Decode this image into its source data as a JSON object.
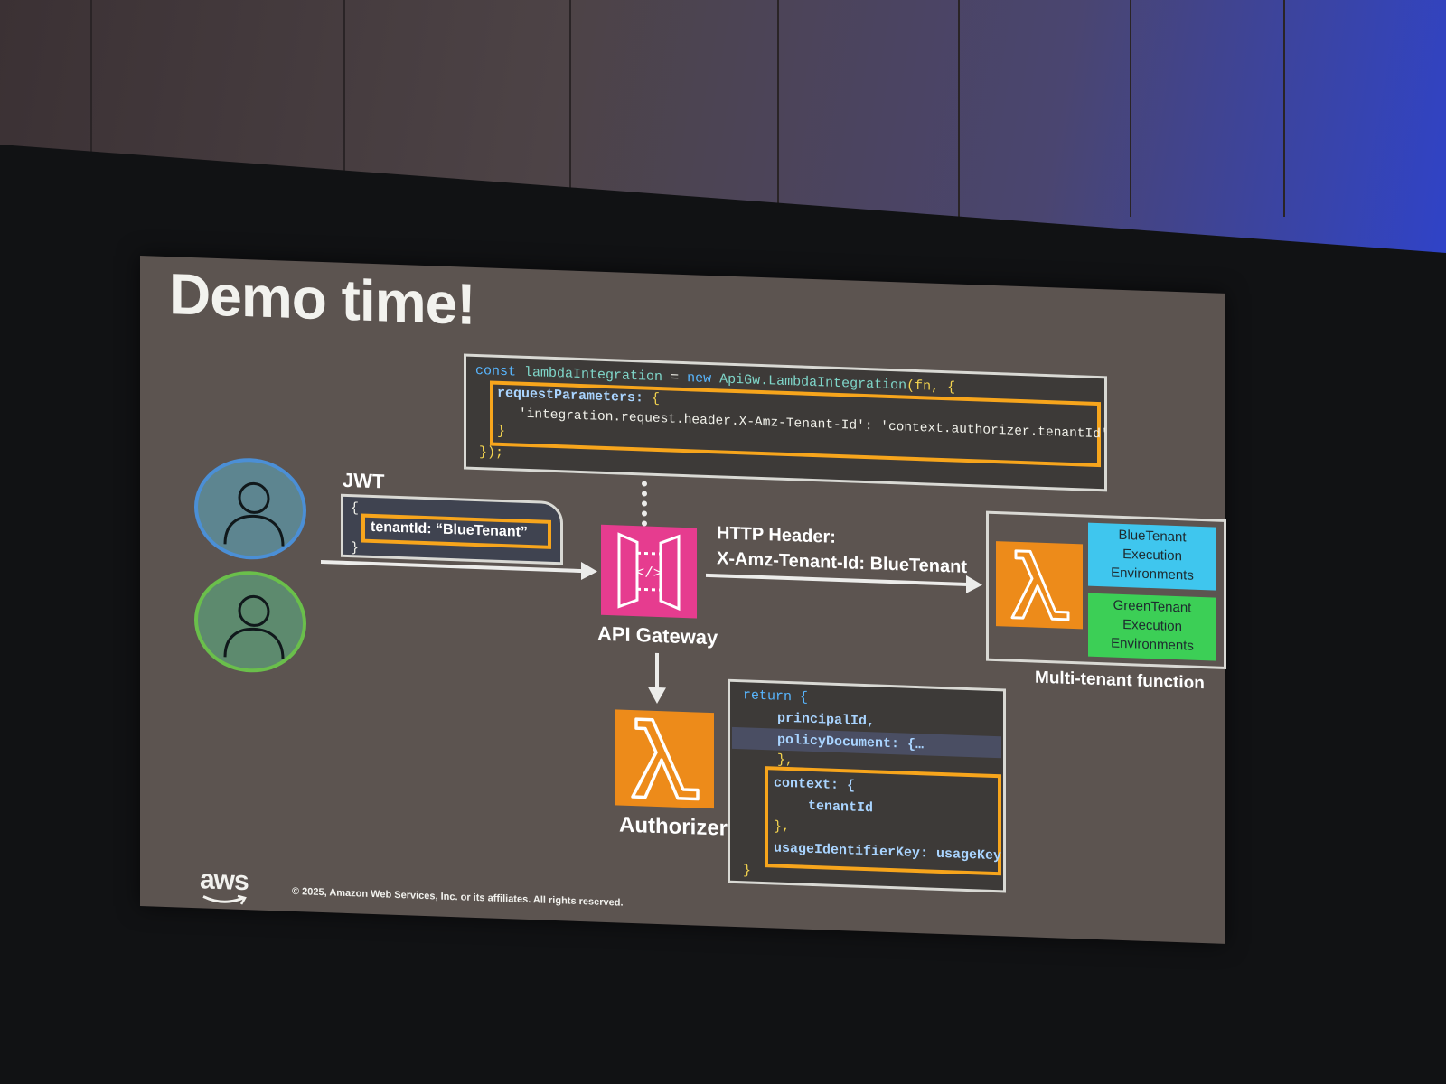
{
  "slide": {
    "title": "Demo time!",
    "copyright": "© 2025, Amazon Web Services, Inc. or its affiliates. All rights reserved.",
    "logo": "aws"
  },
  "integration_code": {
    "line1": {
      "kw1": "const",
      "name": "lambdaIntegration",
      "eq": " = ",
      "kw2": "new",
      "cls": "ApiGw.LambdaIntegration",
      "rest": "(fn, {"
    },
    "line2": {
      "prop": "requestParameters:",
      "brace": " {"
    },
    "line3": "'integration.request.header.X-Amz-Tenant-Id': 'context.authorizer.tenantId'",
    "line4": "}",
    "line5": "});"
  },
  "jwt": {
    "label": "JWT",
    "open": "{",
    "claim": "tenantId: “BlueTenant”",
    "close": "}"
  },
  "api_gateway": {
    "label": "API Gateway",
    "icon": "api-gateway-icon"
  },
  "http_header": {
    "line1": "HTTP Header:",
    "line2": "X-Amz-Tenant-Id: BlueTenant"
  },
  "multi_tenant": {
    "label": "Multi-tenant function",
    "blue_env": {
      "l1": "BlueTenant",
      "l2": "Execution",
      "l3": "Environments",
      "color": "#3fc6ee"
    },
    "green_env": {
      "l1": "GreenTenant",
      "l2": "Execution",
      "l3": "Environments",
      "color": "#3ccf56"
    }
  },
  "authorizer": {
    "label": "Authorizer",
    "icon": "lambda-icon"
  },
  "authorizer_code": {
    "l1": "return {",
    "l2": "principalId,",
    "l3": "policyDocument: {…",
    "l4": "},",
    "l5": "context: {",
    "l6": "tenantId",
    "l7": "},",
    "l8": "usageIdentifierKey: usageKey",
    "l9": "}"
  },
  "colors": {
    "highlight": "#f7a51c",
    "api_gateway": "#e63c8f",
    "lambda": "#ed8b1a",
    "user_blue": "#4b8fd6",
    "user_green": "#6abf4b"
  }
}
